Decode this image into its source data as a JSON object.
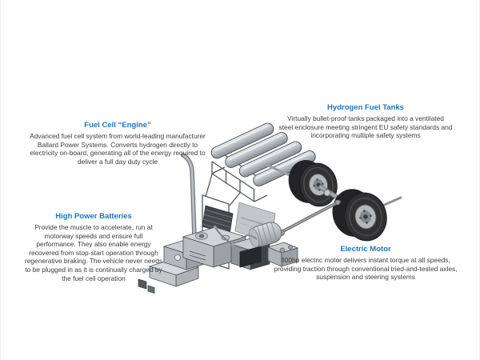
{
  "page": {
    "background_color": "#ffffff",
    "heading_color": "#1c75bc",
    "body_text_color": "#3d3d3d"
  },
  "annotations": {
    "fuel_cell": {
      "title": "Fuel Cell “Engine”",
      "body": "Advanced fuel cell system from world-leading manufacturer\nBallard Power Systems. Converts hydrogen directly to\nelectricity on-board, generating all of the energy required to\ndeliver a full day duty cycle"
    },
    "hydrogen_tanks": {
      "title": "Hydrogen Fuel Tanks",
      "body": "Virtually bullet-proof tanks packaged into a ventilated\nsteel enclosure meeting stringent EU safety standards and\nincorporating multiple safety systems"
    },
    "batteries": {
      "title": "High Power Batteries",
      "body": "Provide the muscle to accelerate, run at\nmotorway speeds and ensure full\nperformance.  They also enable energy\nrecovered from stop-start operation through\nregenerative braking. The vehicle never needs\nto be plugged in as it is continually charged by\nthe fuel cell operation"
    },
    "electric_motor": {
      "title": "Electric Motor",
      "body": "300hp electric motor delivers instant torque at all speeds,\nproviding traction through conventional tried-and-tested axles,\nsuspension and steering systems"
    }
  },
  "illustration": {
    "description": "isometric cutaway drawing of hydrogen fuel-cell truck chassis",
    "parts": [
      "exhaust-stack-pipe",
      "tank-rack-frame",
      "hydrogen-tank-cylinders-x4",
      "radiator-grille",
      "cooling-pack-plate",
      "battery-tray",
      "battery-box",
      "fuel-cell-module",
      "electronics-box",
      "electric-motor-drum",
      "gearbox",
      "drive-shaft",
      "rear-axle",
      "dual-rear-wheels-x2"
    ],
    "colors": {
      "tank_gray": "#b9bdc1",
      "tire_dark": "#2e2e31",
      "hub_gray": "#b4b8bc",
      "line_gray": "#53575b"
    }
  }
}
